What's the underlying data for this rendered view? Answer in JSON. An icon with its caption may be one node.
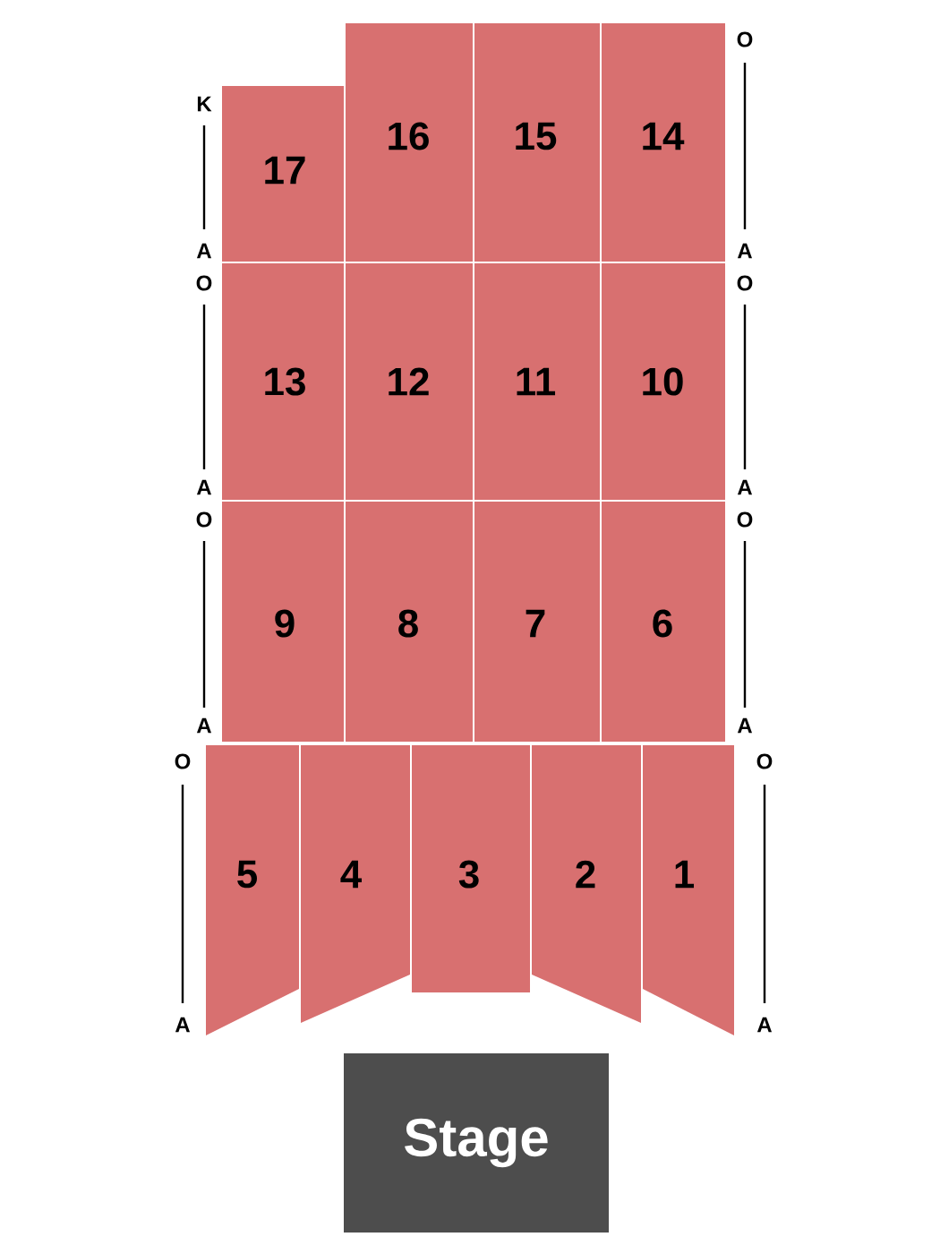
{
  "diagram": {
    "nodes": [
      {
        "text": [
          "17"
        ]
      },
      {
        "text": [
          "16"
        ]
      },
      {
        "text": [
          "15"
        ]
      },
      {
        "text": [
          "14"
        ]
      },
      {
        "text": [
          "13"
        ]
      },
      {
        "text": [
          "12"
        ]
      },
      {
        "text": [
          "11"
        ]
      },
      {
        "text": [
          "10"
        ]
      },
      {
        "text": [
          "9"
        ]
      },
      {
        "text": [
          "8"
        ]
      },
      {
        "text": [
          "7"
        ]
      },
      {
        "text": [
          "6"
        ]
      },
      {
        "text": [
          "5"
        ]
      },
      {
        "text": [
          "4"
        ]
      },
      {
        "text": [
          "3"
        ]
      },
      {
        "text": [
          "2"
        ]
      },
      {
        "text": [
          "1"
        ]
      },
      {
        "text": [
          "Stage"
        ]
      }
    ],
    "edges": [],
    "labels": [
      "O",
      "K",
      "A",
      "A",
      "O",
      "O",
      "A",
      "A",
      "O",
      "O",
      "A",
      "A",
      "O",
      "O",
      "A",
      "A"
    ]
  }
}
